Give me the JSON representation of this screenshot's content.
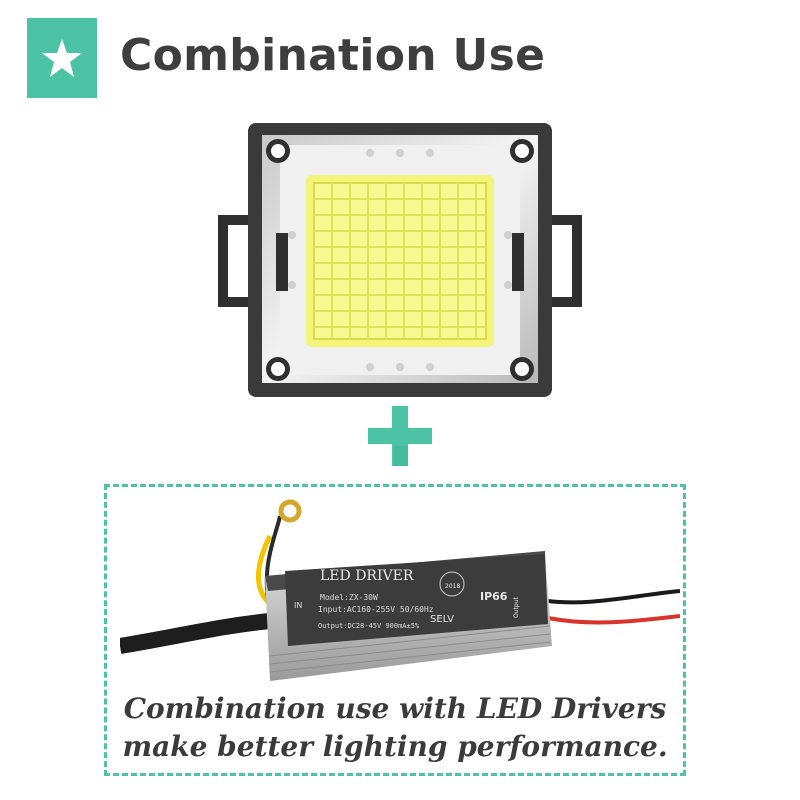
{
  "header": {
    "title": "Combination Use",
    "badge_icon": "star-icon",
    "accent_color": "#4cc3a5"
  },
  "led_chip": {
    "icon": "led-chip-image"
  },
  "plus": {
    "icon": "plus-icon",
    "color": "#4cc3a5"
  },
  "driver": {
    "label_title": "LED DRIVER",
    "model": "Model:ZX-30W",
    "input": "Input:AC160-255V 50/60Hz",
    "output": "Output:DC28-45V 900mA±5%",
    "in_label": "IN",
    "out_label": "Output",
    "ip_rating": "IP66",
    "selv": "SELV",
    "year": "2018"
  },
  "caption": {
    "line1": "Combination use with LED Drivers",
    "line2": "make better lighting performance."
  }
}
